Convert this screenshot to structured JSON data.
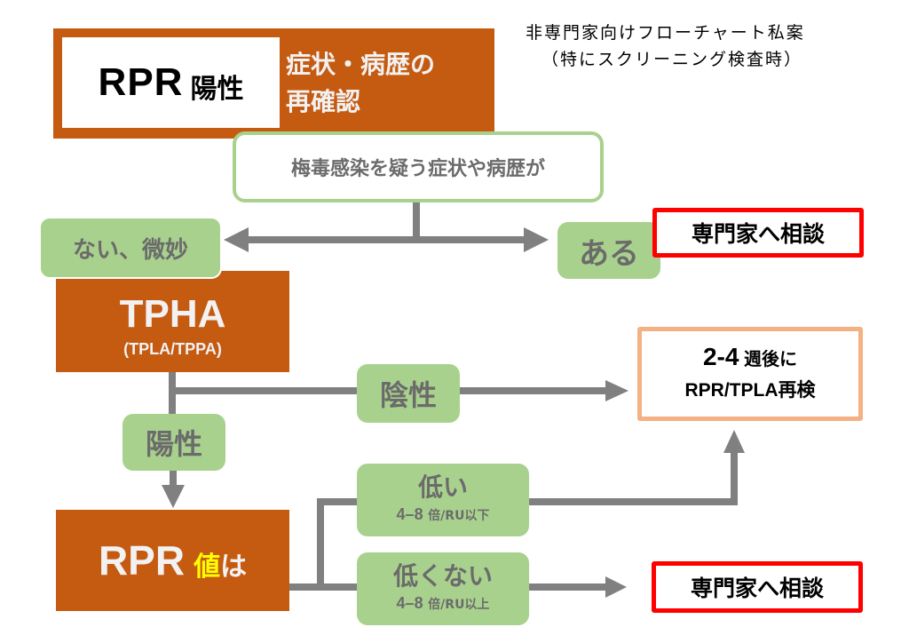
{
  "title": {
    "line1": "非専門家向けフローチャート私案",
    "line2": "（特にスクリーニング検査時）"
  },
  "top_box": {
    "rpr_label": "RPR",
    "positive_label": "陽性",
    "recheck_line1": "症状・病歴の",
    "recheck_line2": "再確認"
  },
  "question_box": {
    "text": "梅毒感染を疑う症状や病歴が"
  },
  "answer_no": {
    "text": "ない、微妙"
  },
  "answer_yes": {
    "text": "ある"
  },
  "consult_top": {
    "text": "専門家へ相談"
  },
  "tpha_box": {
    "title": "TPHA",
    "subtitle": "(TPLA/TPPA)"
  },
  "negative_label": {
    "text": "陰性"
  },
  "positive_label": {
    "text": "陽性"
  },
  "retest_box": {
    "line1_num": "2-4",
    "line1_text": "週後に",
    "line2": "RPR/TPLA再検"
  },
  "rpr_value_box": {
    "rpr": "RPR",
    "value_char": "値",
    "suffix": "は"
  },
  "low_box": {
    "title": "低い",
    "num": "4–8",
    "unit": "倍/RU以下"
  },
  "not_low_box": {
    "title": "低くない",
    "num": "4–8",
    "unit": "倍/RU以上"
  },
  "consult_bottom": {
    "text": "専門家へ相談"
  },
  "colors": {
    "orange": "#c55a11",
    "green": "#a9d18e",
    "green_border": "#a9d18e",
    "red_border": "#ff0000",
    "peach_border": "#f4b183",
    "connector_gray": "#808080",
    "highlight_yellow": "#ffff00"
  }
}
